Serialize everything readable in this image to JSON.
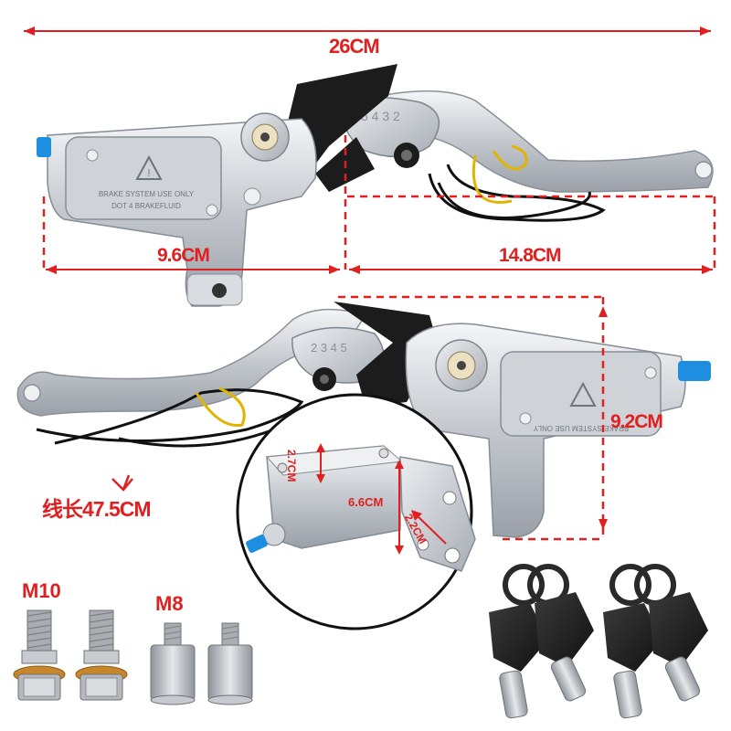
{
  "labels": {
    "overall_length": "26CM",
    "body_length": "9.6CM",
    "lever_length": "14.8CM",
    "height": "9.2CM",
    "wire_length": "线长47.5CM",
    "reservoir_height": "2.7CM",
    "cylinder_length": "6.6CM",
    "cylinder_width": "2.2CM",
    "bolt_m10": "M10",
    "bolt_m8": "M8"
  },
  "engraving": {
    "line1": "BRAKE SYSTEM USE ONLY",
    "line2": "DOT 4 BRAKEFLUID"
  },
  "colors": {
    "dimension": "#e02020",
    "metal": "#c9ccd1",
    "dark": "#1c1c1c",
    "accent_blue": "#1e8fe0",
    "band_yellow": "#e0b400",
    "brass": "#c8862a"
  }
}
